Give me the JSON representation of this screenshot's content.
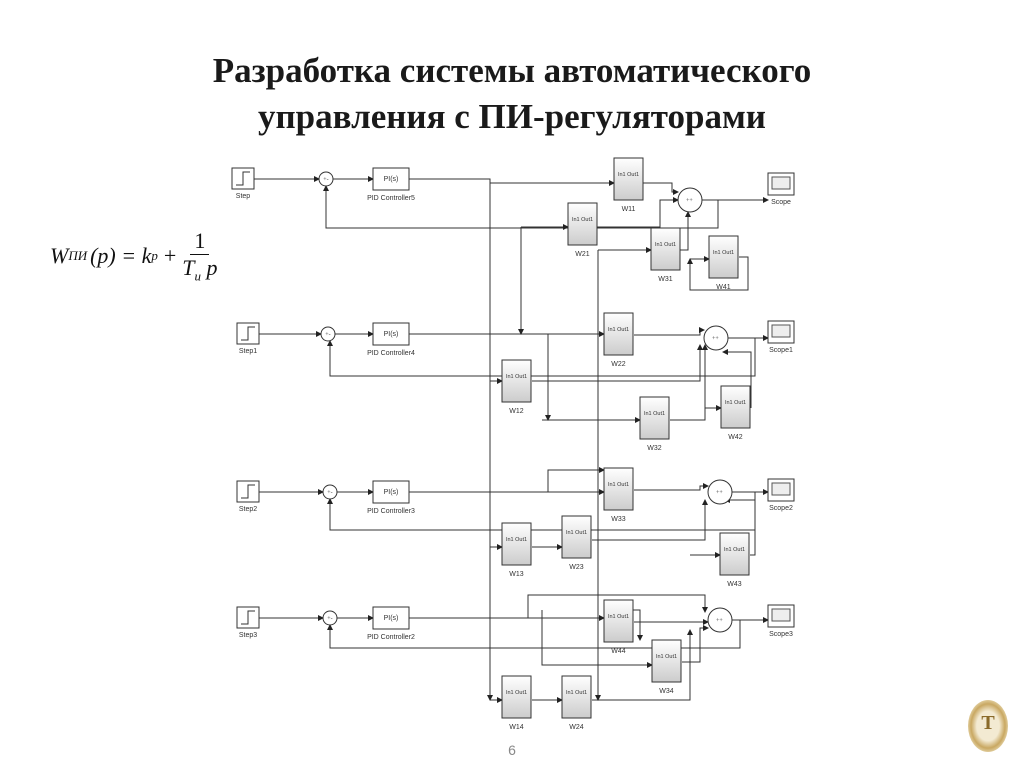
{
  "slide": {
    "title_line1": "Разработка системы автоматического",
    "title_line2": "управления с ПИ-регуляторами",
    "page_number": "6"
  },
  "formula": {
    "lhs": "W",
    "lhs_sub": "ПИ",
    "arg": "(p) = k",
    "kp_sub": "p",
    "plus": "+",
    "numerator": "1",
    "denominator": "T",
    "den_sub": "и",
    "den_var": " p"
  },
  "diagram": {
    "steps": [
      "Step",
      "Step1",
      "Step2",
      "Step3"
    ],
    "controllers": [
      "PID Controller5",
      "PID Controller4",
      "PID Controller3",
      "PID Controller2"
    ],
    "controller_text": "PI(s)",
    "scopes": [
      "Scope",
      "Scope1",
      "Scope2",
      "Scope3"
    ],
    "subsystem_text": "In1 Out1",
    "subsystems": [
      "W11",
      "W21",
      "W31",
      "W41",
      "W22",
      "W12",
      "W32",
      "W42",
      "W33",
      "W13",
      "W23",
      "W43",
      "W44",
      "W34",
      "W14",
      "W24"
    ],
    "sum_signs": "+-"
  },
  "emblem": {
    "icon": "university-emblem",
    "letters": "Т"
  }
}
